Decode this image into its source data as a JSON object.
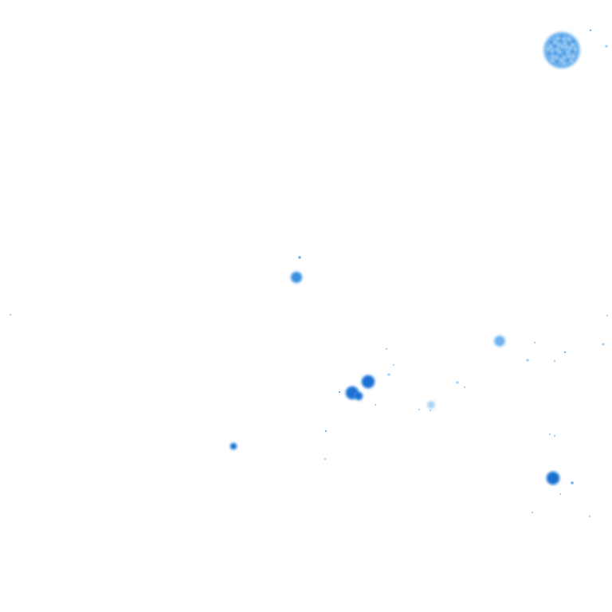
{
  "map": {
    "background_color": "#ffffff",
    "palette": {
      "intense": "#1f6fd1",
      "strong": "#3a8ee0",
      "moderate": "#6fb2ec",
      "light": "#a9d3f6",
      "trace": "#cfe6fa"
    },
    "marker_icon": "radar-echo-icon",
    "cells": [
      {
        "intensity": "moderate"
      },
      {
        "intensity": "strong"
      },
      {
        "intensity": "intense"
      },
      {
        "intensity": "intense"
      },
      {
        "intensity": "intense"
      },
      {
        "intensity": "moderate"
      },
      {
        "intensity": "light"
      },
      {
        "intensity": "intense"
      },
      {
        "intensity": "intense"
      }
    ]
  }
}
